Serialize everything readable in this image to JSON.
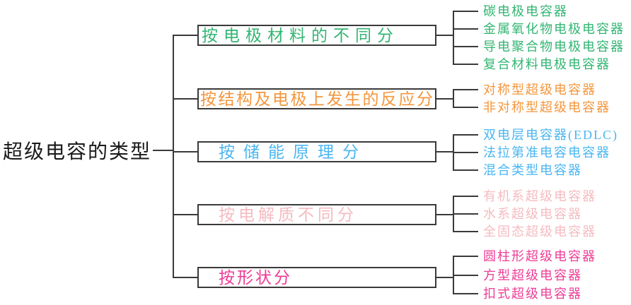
{
  "root": {
    "label": "超级电容的类型"
  },
  "line_color": "#3a3a3a",
  "branches": [
    {
      "label": "按电极材料的不同分",
      "color": "#33B573",
      "leaves": [
        "碳电极电容器",
        "金属氧化物电极电容器",
        "导电聚合物电极电容器",
        "复合材料电极电容器"
      ]
    },
    {
      "label": "按结构及电极上发生的反应分",
      "color": "#F4963C",
      "leaves": [
        "对称型超级电容器",
        "非对称型超级电容器"
      ]
    },
    {
      "label": "按储能原理分",
      "color": "#4AB6F1",
      "leaves": [
        "双电层电容器(EDLC)",
        "法拉第准电容电容器",
        "混合类型电容器"
      ]
    },
    {
      "label": "按电解质不同分",
      "color": "#F5BBC0",
      "leaves": [
        "有机系超级电容器",
        "水系超级电容器",
        "全固态超级电容器"
      ]
    },
    {
      "label": "按形状分",
      "color": "#EE3D96",
      "leaves": [
        "圆柱形超级电容器",
        "方型超级电容器",
        "扣式超级电容器"
      ]
    }
  ]
}
